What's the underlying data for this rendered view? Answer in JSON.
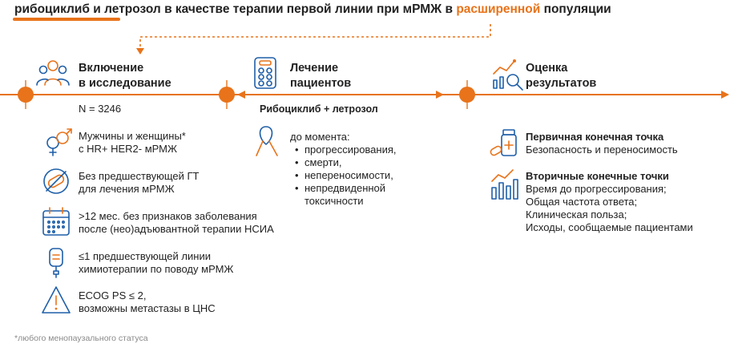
{
  "header": {
    "title_part1": "рибоциклиб и летрозол в качестве терапии первой линии при мРМЖ в ",
    "title_highlight": "расширенной",
    "title_part2": " популяции"
  },
  "colors": {
    "accent": "#E8731A",
    "icon_blue": "#1f5fa8",
    "text": "#222222",
    "footnote": "#8a8a8a"
  },
  "enrollment": {
    "title": "Включение\nв исследование",
    "n": "N = 3246",
    "icon": "people-group-icon",
    "criteria": [
      {
        "icon": "gender-icon",
        "text": "Мужчины и женщины*\nс HR+ HER2- мРМЖ"
      },
      {
        "icon": "no-pills-icon",
        "text": "Без предшествующей ГТ\nдля лечения мРМЖ"
      },
      {
        "icon": "calendar-icon",
        "text": ">12 мес. без признаков заболевания\nпосле (нео)адъювантной терапии НСИА"
      },
      {
        "icon": "iv-bag-icon",
        "text": "≤1 предшествующей линии\nхимиотерапии по поводу мРМЖ"
      },
      {
        "icon": "warning-icon",
        "text": "ECOG PS ≤ 2,\nвозможны метастазы в ЦНС"
      }
    ]
  },
  "treatment": {
    "title": "Лечение\nпациентов",
    "icon": "pill-blister-icon",
    "regimen": "Рибоциклиб + летрозол",
    "ribbon_icon": "awareness-ribbon-icon",
    "until": "до момента:",
    "bullets": [
      "прогрессирования,",
      "смерти,",
      "непереносимости,",
      "непредвиденной\nтоксичности"
    ]
  },
  "outcomes": {
    "title": "Оценка\nрезультатов",
    "icon": "analytics-icon",
    "primary": {
      "icon": "medicine-icon",
      "label": "Первичная конечная точка",
      "text": "Безопасность и переносимость"
    },
    "secondary": {
      "icon": "bar-chart-icon",
      "label": "Вторичные конечные точки",
      "text": "Время до прогрессирования;\nОбщая частота ответа;\nКлиническая польза;\nИсходы, сообщаемые пациентами"
    }
  },
  "footnote": "*любого менопаузального статуса"
}
